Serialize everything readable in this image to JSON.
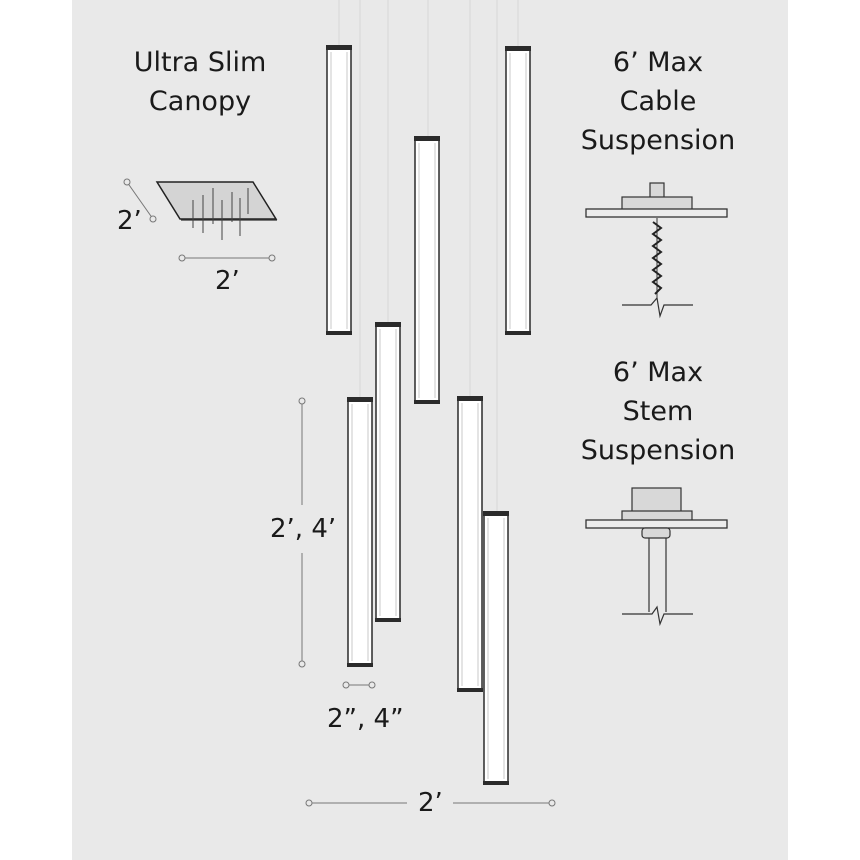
{
  "labels": {
    "canopy": [
      "Ultra Slim",
      "Canopy"
    ],
    "cable": [
      "6’ Max",
      "Cable",
      "Suspension"
    ],
    "stem": [
      "6’ Max",
      "Stem",
      "Suspension"
    ]
  },
  "dimensions": {
    "canopy_depth": "2’",
    "canopy_width": "2’",
    "tube_length": "2’, 4’",
    "tube_diameter": "2”, 4”",
    "overall_width": "2’"
  }
}
